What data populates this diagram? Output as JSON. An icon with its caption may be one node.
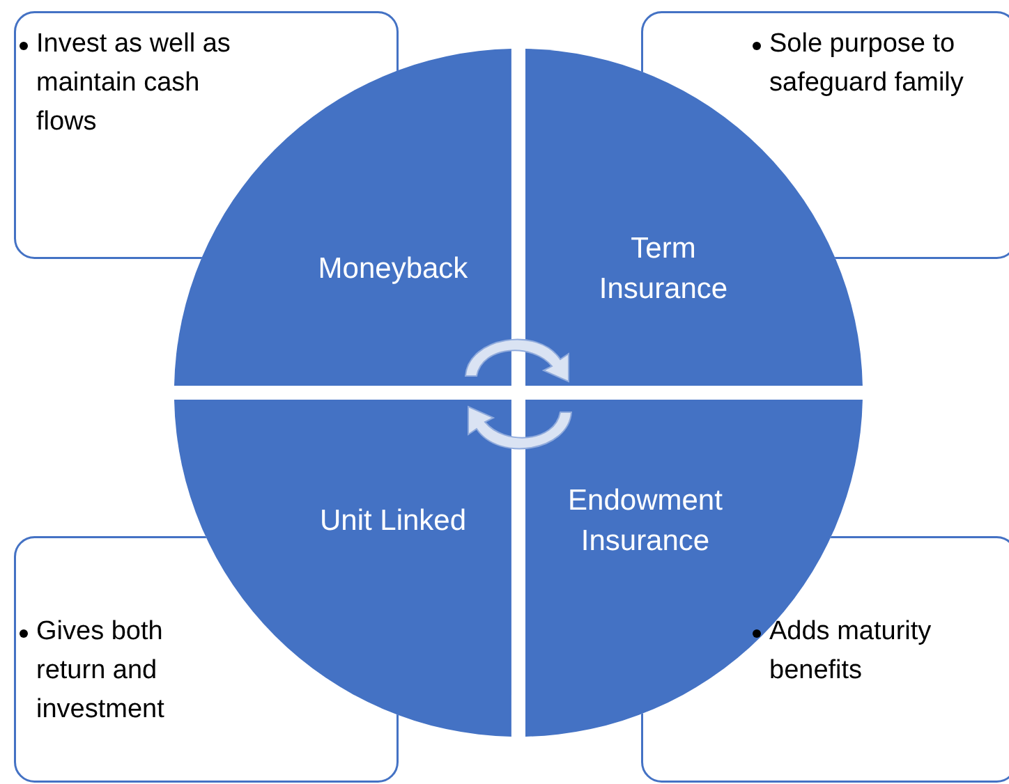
{
  "diagram": {
    "nodes": [
      {
        "text": [
          "Invest as well as maintain cash flows"
        ]
      },
      {
        "text": [
          "Sole purpose to safeguard family"
        ]
      },
      {
        "text": [
          "Gives both return and investment"
        ]
      },
      {
        "text": [
          "Adds maturity benefits"
        ]
      },
      {
        "text": [
          "Moneyback"
        ]
      },
      {
        "text": [
          "Term Insurance"
        ]
      },
      {
        "text": [
          "Unit Linked"
        ]
      },
      {
        "text": [
          "Endowment Insurance"
        ]
      }
    ]
  }
}
